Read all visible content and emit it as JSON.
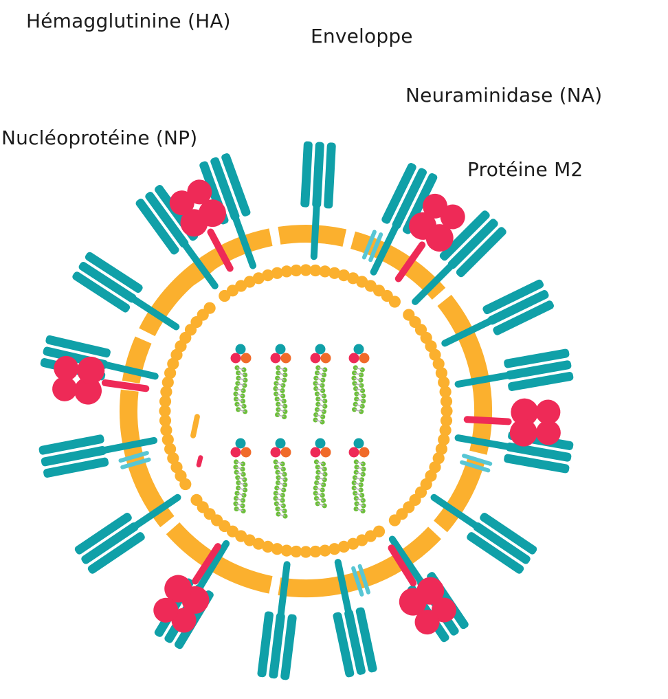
{
  "labels": {
    "hemagglutinin": "Hémagglutinine (HA)",
    "envelope": "Enveloppe",
    "neuraminidase": "Neuraminidase (NA)",
    "nucleoprotein": "Nucléoprotéine (NP)",
    "m2": "Protéine M2"
  },
  "colors": {
    "hemagglutinin": "#10a0a8",
    "neuraminidase": "#ee2a57",
    "envelope": "#fbb02e",
    "m2": "#58c6d4",
    "rnp_green": "#6cbf3a",
    "rnp_red": "#ee2a57",
    "rnp_orange": "#f06a2a",
    "rnp_teal": "#10a0a8",
    "rnp_link": "#bcb0c0"
  },
  "structure": {
    "ha_angles_deg": [
      -87,
      -64,
      -45,
      -26,
      -10,
      10,
      34,
      56,
      78,
      97,
      121,
      146,
      169,
      193,
      213,
      234,
      250
    ],
    "na_angles_deg": [
      -118,
      3,
      58,
      123,
      -55,
      -172
    ],
    "m2_angles_deg": [
      -68,
      17,
      72,
      164
    ],
    "rnp_segments": 8
  }
}
